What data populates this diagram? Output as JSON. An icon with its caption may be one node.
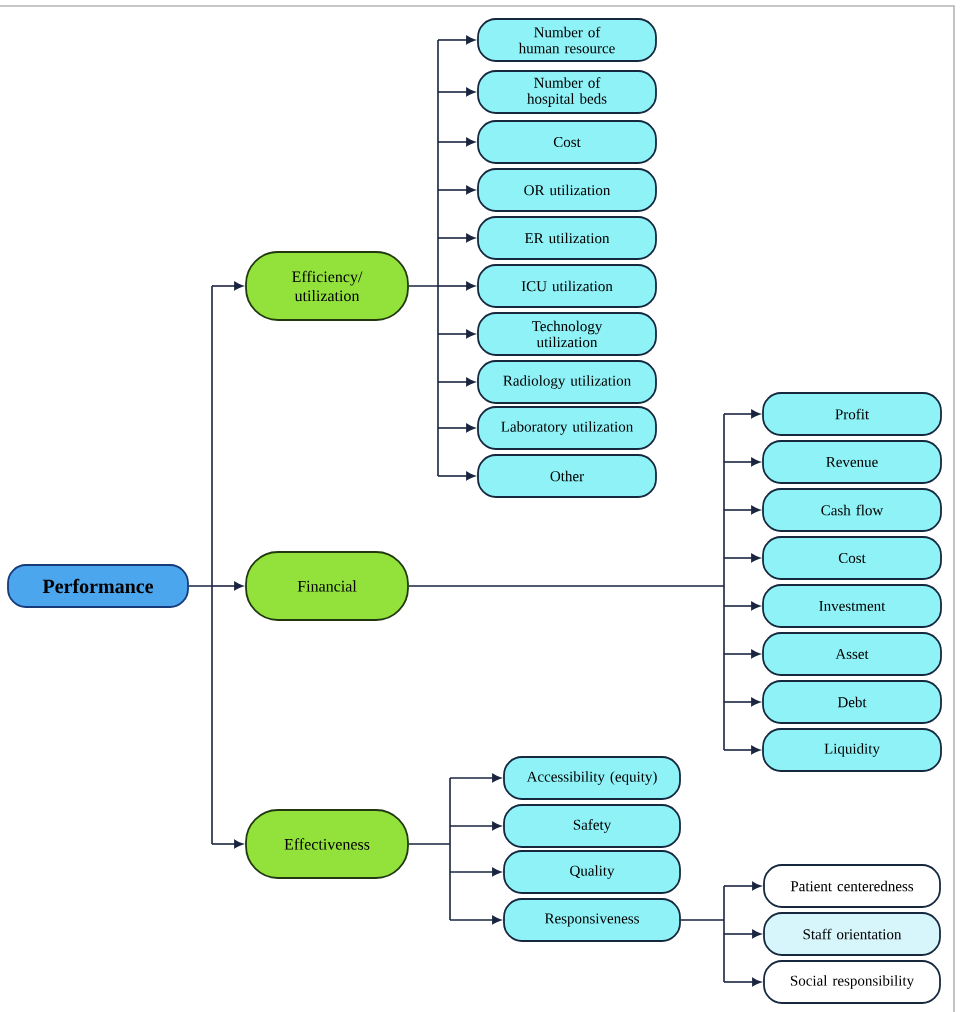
{
  "diagram": {
    "nodes": [
      {
        "text": [
          "Performance"
        ]
      },
      {
        "text": [
          "Efficiency/ utilization"
        ]
      },
      {
        "text": [
          "Number of human resource"
        ]
      },
      {
        "text": [
          "Number of hospital beds"
        ]
      },
      {
        "text": [
          "Cost"
        ]
      },
      {
        "text": [
          "OR utilization"
        ]
      },
      {
        "text": [
          "ER utilization"
        ]
      },
      {
        "text": [
          "ICU utilization"
        ]
      },
      {
        "text": [
          "Technology utilization"
        ]
      },
      {
        "text": [
          "Radiology utilization"
        ]
      },
      {
        "text": [
          "Laboratory utilization"
        ]
      },
      {
        "text": [
          "Other"
        ]
      },
      {
        "text": [
          "Financial"
        ]
      },
      {
        "text": [
          "Profit"
        ]
      },
      {
        "text": [
          "Revenue"
        ]
      },
      {
        "text": [
          "Cash flow"
        ]
      },
      {
        "text": [
          "Cost"
        ]
      },
      {
        "text": [
          "Investment"
        ]
      },
      {
        "text": [
          "Asset"
        ]
      },
      {
        "text": [
          "Debt"
        ]
      },
      {
        "text": [
          "Liquidity"
        ]
      },
      {
        "text": [
          "Effectiveness"
        ]
      },
      {
        "text": [
          "Accessibility (equity)"
        ]
      },
      {
        "text": [
          "Safety"
        ]
      },
      {
        "text": [
          "Quality"
        ]
      },
      {
        "text": [
          "Responsiveness"
        ]
      },
      {
        "text": [
          "Patient centeredness"
        ]
      },
      {
        "text": [
          "Staff orientation"
        ]
      },
      {
        "text": [
          "Social responsibility"
        ]
      }
    ],
    "edges": [
      {
        "from": 0,
        "to": 1,
        "arrow": "to"
      },
      {
        "from": 0,
        "to": 12,
        "arrow": "to"
      },
      {
        "from": 0,
        "to": 21,
        "arrow": "to"
      },
      {
        "from": 1,
        "to": 2,
        "arrow": "to"
      },
      {
        "from": 1,
        "to": 3,
        "arrow": "to"
      },
      {
        "from": 1,
        "to": 4,
        "arrow": "to"
      },
      {
        "from": 1,
        "to": 5,
        "arrow": "to"
      },
      {
        "from": 1,
        "to": 6,
        "arrow": "to"
      },
      {
        "from": 1,
        "to": 7,
        "arrow": "to"
      },
      {
        "from": 1,
        "to": 8,
        "arrow": "to"
      },
      {
        "from": 1,
        "to": 9,
        "arrow": "to"
      },
      {
        "from": 1,
        "to": 10,
        "arrow": "to"
      },
      {
        "from": 1,
        "to": 11,
        "arrow": "to"
      },
      {
        "from": 12,
        "to": 13,
        "arrow": "to"
      },
      {
        "from": 12,
        "to": 14,
        "arrow": "to"
      },
      {
        "from": 12,
        "to": 15,
        "arrow": "to"
      },
      {
        "from": 12,
        "to": 16,
        "arrow": "to"
      },
      {
        "from": 12,
        "to": 17,
        "arrow": "to"
      },
      {
        "from": 12,
        "to": 18,
        "arrow": "to"
      },
      {
        "from": 12,
        "to": 19,
        "arrow": "to"
      },
      {
        "from": 12,
        "to": 20,
        "arrow": "to"
      },
      {
        "from": 21,
        "to": 22,
        "arrow": "to"
      },
      {
        "from": 21,
        "to": 23,
        "arrow": "to"
      },
      {
        "from": 21,
        "to": 24,
        "arrow": "to"
      },
      {
        "from": 21,
        "to": 25,
        "arrow": "to"
      },
      {
        "from": 25,
        "to": 26,
        "arrow": "to"
      },
      {
        "from": 25,
        "to": 27,
        "arrow": "to"
      },
      {
        "from": 25,
        "to": 28,
        "arrow": "to"
      }
    ]
  }
}
